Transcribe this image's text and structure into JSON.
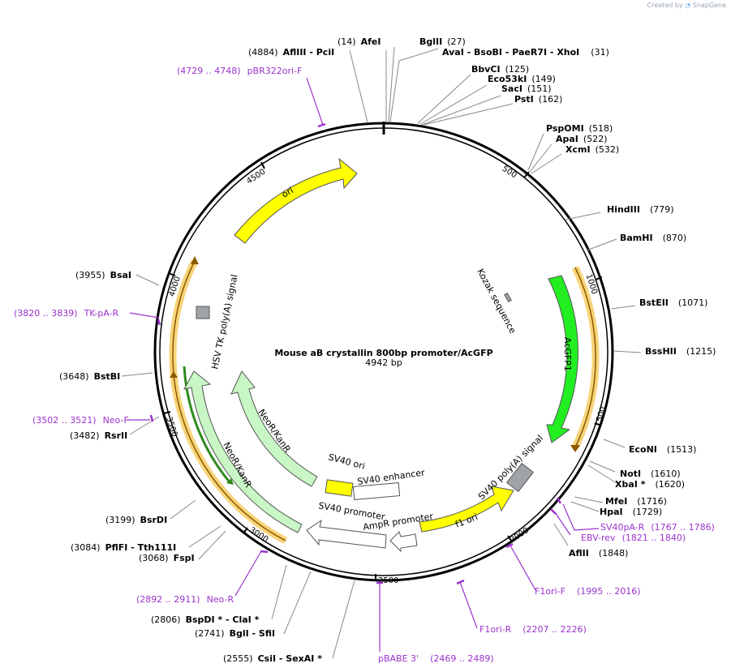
{
  "credit": {
    "prefix": "Created by",
    "brand": "SnapGene"
  },
  "plasmid": {
    "name": "Mouse aB crystallin 800bp promoter/AcGFP",
    "length_label": "4942 bp"
  },
  "ticks": [
    "500",
    "1000",
    "1500",
    "2000",
    "2500",
    "3000",
    "3500",
    "4000",
    "4500"
  ],
  "enzymes": [
    {
      "pos": "(14)",
      "name": "AfeI"
    },
    {
      "pos": "(27)",
      "name": "BglII"
    },
    {
      "pos": "(31)",
      "name": "AvaI - BsoBI - PaeR7I - XhoI"
    },
    {
      "pos": "(125)",
      "name": "BbvCI"
    },
    {
      "pos": "(149)",
      "name": "Eco53kI"
    },
    {
      "pos": "(151)",
      "name": "SacI"
    },
    {
      "pos": "(162)",
      "name": "PstI"
    },
    {
      "pos": "(518)",
      "name": "PspOMI"
    },
    {
      "pos": "(522)",
      "name": "ApaI"
    },
    {
      "pos": "(532)",
      "name": "XcmI"
    },
    {
      "pos": "(779)",
      "name": "HindIII"
    },
    {
      "pos": "(870)",
      "name": "BamHI"
    },
    {
      "pos": "(1071)",
      "name": "BstEII"
    },
    {
      "pos": "(1215)",
      "name": "BssHII"
    },
    {
      "pos": "(1513)",
      "name": "EcoNI"
    },
    {
      "pos": "(1610)",
      "name": "NotI"
    },
    {
      "pos": "(1620)",
      "name": "XbaI *"
    },
    {
      "pos": "(1716)",
      "name": "MfeI"
    },
    {
      "pos": "(1729)",
      "name": "HpaI"
    },
    {
      "pos": "(1848)",
      "name": "AflII"
    },
    {
      "pos": "(2555)",
      "name": "CsiI - SexAI *"
    },
    {
      "pos": "(2741)",
      "name": "BglI - SfiI"
    },
    {
      "pos": "(2806)",
      "name": "BspDI * - ClaI *"
    },
    {
      "pos": "(3068)",
      "name": "FspI"
    },
    {
      "pos": "(3084)",
      "name": "PflFI - Tth111I"
    },
    {
      "pos": "(3199)",
      "name": "BsrDI"
    },
    {
      "pos": "(3482)",
      "name": "RsrII"
    },
    {
      "pos": "(3648)",
      "name": "BstBI"
    },
    {
      "pos": "(3955)",
      "name": "BsaI"
    },
    {
      "pos": "(4884)",
      "name": "AflIII - PciI"
    }
  ],
  "primers": [
    {
      "range": "(4729 .. 4748)",
      "name": "pBR322ori-F"
    },
    {
      "range": "(1767 .. 1786)",
      "name": "SV40pA-R"
    },
    {
      "range": "(1821 .. 1840)",
      "name": "EBV-rev"
    },
    {
      "range": "(1995 .. 2016)",
      "name": "F1ori-F"
    },
    {
      "range": "(2207 .. 2226)",
      "name": "F1ori-R"
    },
    {
      "range": "(2469 .. 2489)",
      "name": "pBABE 3'"
    },
    {
      "range": "(2892 .. 2911)",
      "name": "Neo-R"
    },
    {
      "range": "(3502 .. 3521)",
      "name": "Neo-F"
    },
    {
      "range": "(3820 .. 3839)",
      "name": "TK-pA-R"
    }
  ],
  "features": [
    {
      "name": "ori",
      "color": "#ffff00"
    },
    {
      "name": "AcGFP1",
      "color": "#22ee22"
    },
    {
      "name": "f1 ori",
      "color": "#ffff00"
    },
    {
      "name": "NeoR/KanR",
      "color": "#c8f7c5"
    },
    {
      "name": "NeoR/KanR",
      "color": "#c8f7c5"
    },
    {
      "name": "SV40 ori",
      "color": "#ffff00"
    },
    {
      "name": "SV40 enhancer",
      "color": "#ffffff"
    },
    {
      "name": "SV40 promoter",
      "color": "#ffffff"
    },
    {
      "name": "AmpR promoter",
      "color": "#ffffff"
    },
    {
      "name": "SV40 poly(A) signal",
      "color": "#a0a4a8"
    },
    {
      "name": "HSV TK poly(A) signal",
      "color": "#a0a4a8"
    },
    {
      "name": "Kozak sequence",
      "color": "#a0a4a8"
    }
  ],
  "colors": {
    "primer": "#9a32cd",
    "orf_outline": "#f5c242",
    "backbone": "#000000"
  }
}
